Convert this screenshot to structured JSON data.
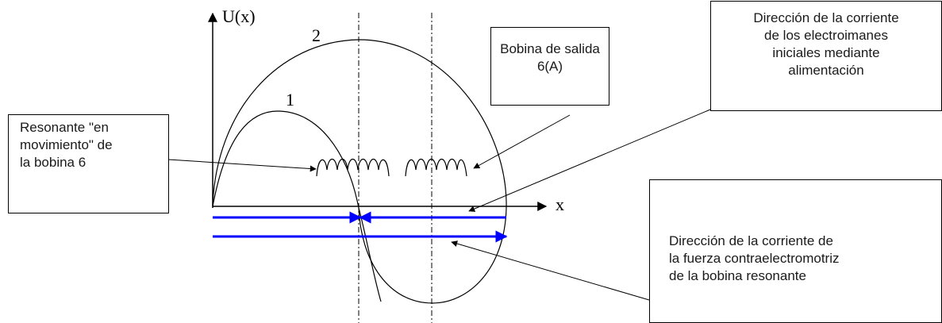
{
  "axes": {
    "y_label": "U(x)",
    "x_label": "x"
  },
  "curve_labels": {
    "curve1": "1",
    "curve2": "2"
  },
  "boxes": {
    "resonant_moving": "Resonante \"en\nmovimiento\" de\nla bobina 6",
    "output_coil": "Bobina de salida\n6(A)",
    "initial_current": "Dirección de la corriente\nde los electroimanes\niniciales mediante\nalimentación",
    "back_emf_current": "Dirección de la corriente de\nla fuerza contraelectromotriz\nde la bobina resonante"
  },
  "colors": {
    "line": "#000000",
    "current_arrows": "#0000ff"
  },
  "icons": {
    "coil_left": "coil-icon",
    "coil_right": "coil-icon"
  }
}
